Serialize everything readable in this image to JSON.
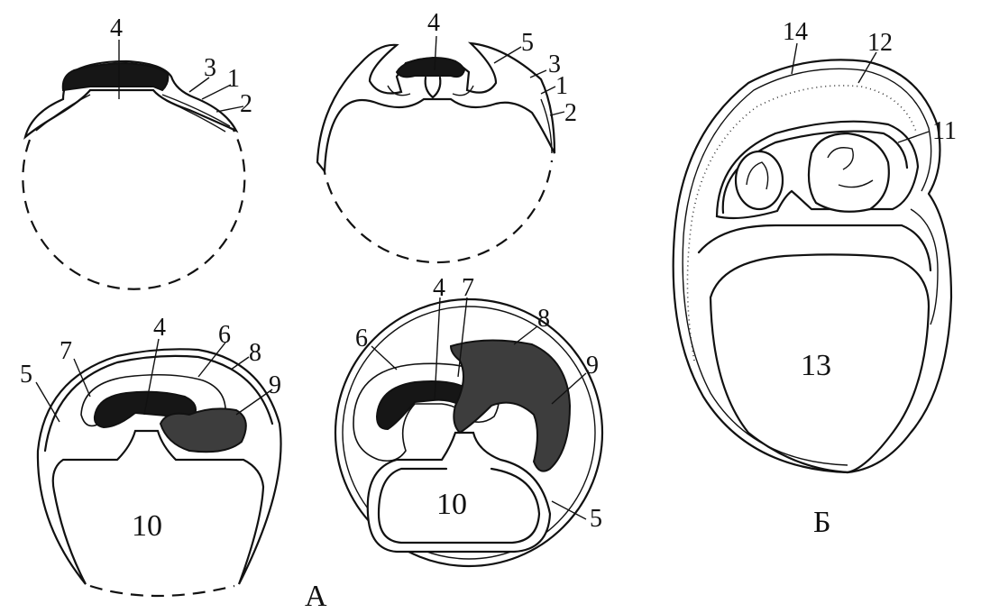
{
  "figure_panels": {
    "panel_a_label": "А",
    "panel_b_label": "Б"
  },
  "labels": {
    "n1": "1",
    "n2": "2",
    "n3": "3",
    "n4": "4",
    "n5": "5",
    "n6": "6",
    "n7": "7",
    "n8": "8",
    "n9": "9",
    "n10": "10",
    "n11": "11",
    "n12": "12",
    "n13": "13",
    "n14": "14"
  }
}
